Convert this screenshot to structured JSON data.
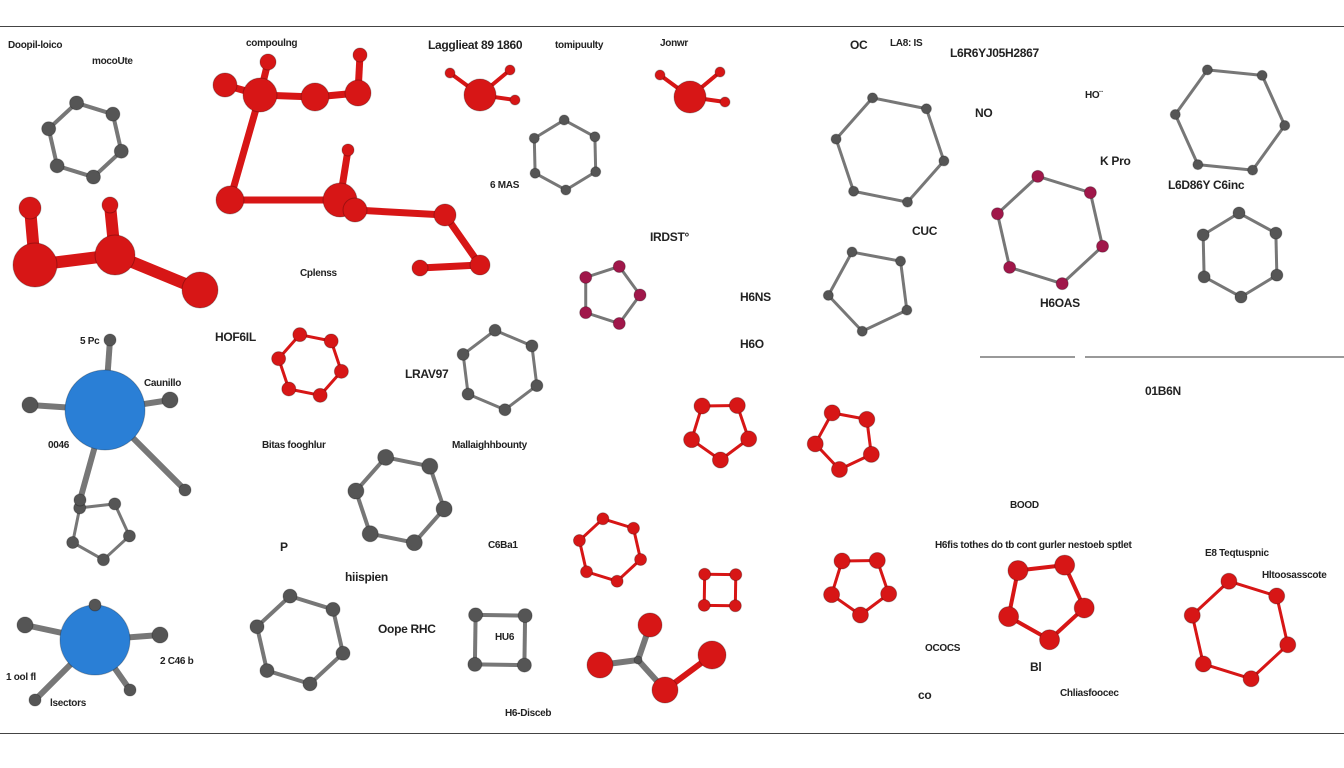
{
  "labels": {
    "l1": "Doopil-loico",
    "l2": "compoulng",
    "l3": "Lagglieat 89 1860",
    "l4": "tomipuulty",
    "l5": "Jonwr",
    "l6": "OC",
    "l7": "LA8: IS",
    "l8": "L6R6YJ05H2867",
    "l9": "mocoUte",
    "l10": "NO",
    "l11": "HO¨",
    "l12": "K Pro",
    "l13": "L6D86Y C6inc",
    "l14": "6 MAS",
    "l15": "IRDST°",
    "l16": "H6NS",
    "l17": "CUC",
    "l18": "H6OAS",
    "l19": "HOF6IL",
    "l20": "LRAV97",
    "l21": "H6O",
    "l22": "Bitas fooghlur",
    "l23": "Mallaighhbounty",
    "l24": "01B6N",
    "l25": "H6fis tothes do tb cont gurler nestoeb sptlet",
    "l26": "E8 Teqtuspnic",
    "l27": "hiispien",
    "l28": "Oope RHC",
    "l29": "HU6",
    "l30": "H6-Disceb",
    "l31": "Chliasfoocec",
    "l32": "co",
    "l33": "Bl",
    "l34": "1 ool fl",
    "l35": "lsectors",
    "l36": "Caunillo",
    "l37": "2 C46 b",
    "l38": "0046",
    "l39": "5 Pc",
    "l40": "C6Ba1",
    "l41": "Hltoosasscote",
    "l42": "OCOCS",
    "l43": "BOOD",
    "l44": "Cplenss",
    "l45": "P"
  },
  "colors": {
    "oxygen": "#d71616",
    "carbon": "#555555",
    "nitrogen": "#2255cc",
    "magenta": "#a0174a",
    "blue-sphere": "#2a7fd6"
  }
}
